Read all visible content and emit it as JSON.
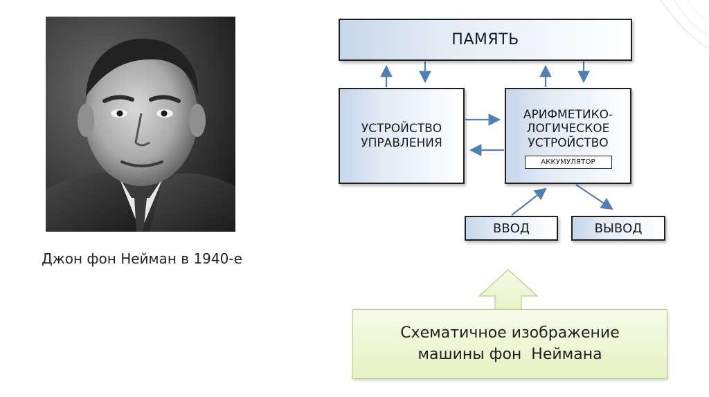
{
  "portrait": {
    "alt": "Джон фон Нейман в 1940-е"
  },
  "caption": "Джон фон Нейман в 1940-е",
  "diagram": {
    "memory": "ПАМЯТЬ",
    "control_line1": "УСТРОЙСТВО",
    "control_line2": "УПРАВЛЕНИЯ",
    "alu_line1": "АРИФМЕТИКО-",
    "alu_line2": "ЛОГИЧЕСКОЕ",
    "alu_line3": "УСТРОЙСТВО",
    "accumulator": "АККУМУЛЯТОР",
    "input": "ВВОД",
    "output": "ВЫВОД"
  },
  "callout": {
    "line1": "Схематичное изображение",
    "line2": "машины фон  Неймана"
  },
  "colors": {
    "box_gradient_left": "#c7d6ea",
    "arrow": "#4f7fb5",
    "callout_fill": "#e5f2c2"
  }
}
